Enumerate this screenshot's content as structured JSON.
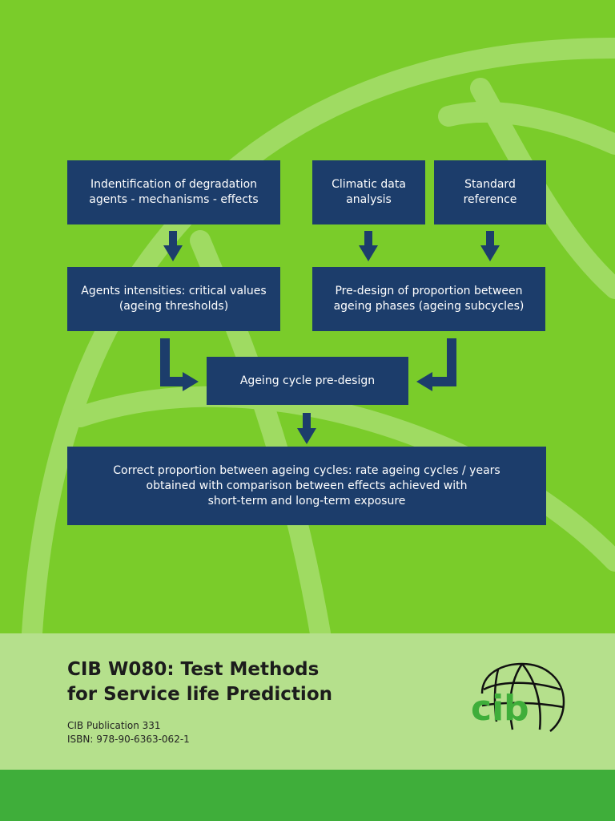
{
  "colors": {
    "background": "#7acc2a",
    "box": "#1c3d6b",
    "footer": "#b5e08c",
    "strip": "#3fae3a",
    "logo_green": "#3fae3a"
  },
  "flowchart": {
    "identification": "Indentification of degradation\nagents - mechanisms - effects",
    "climatic": "Climatic data\nanalysis",
    "standard": "Standard\nreference",
    "intensities": "Agents intensities: critical values\n(ageing thresholds)",
    "predesign_proportion": "Pre-design of proportion between\nageing phases (ageing subcycles)",
    "cycle_predesign": "Ageing cycle pre-design",
    "correct_proportion": "Correct proportion between ageing cycles: rate ageing cycles / years\nobtained with comparison between effects achieved with\nshort-term and long-term exposure"
  },
  "footer": {
    "title_line1": "CIB W080: Test Methods",
    "title_line2": "for Service life Prediction",
    "publication": "CIB Publication 331",
    "isbn": "ISBN: 978-90-6363-062-1",
    "logo_text": "cib"
  }
}
